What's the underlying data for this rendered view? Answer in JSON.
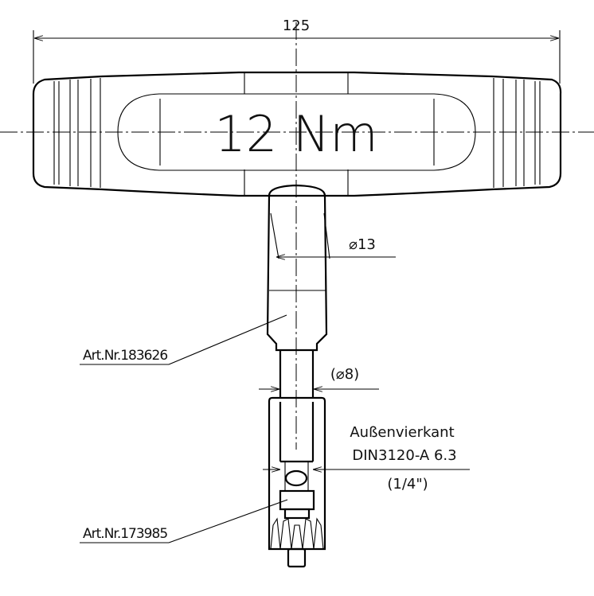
{
  "drawing": {
    "overall_width_dim": "125",
    "handle_marking": "12 Nm",
    "shaft_diameter_dim": "⌀13",
    "neck_diameter_dim": "(⌀8)",
    "drive_label_line1": "Außenvierkant",
    "drive_label_line2": "DIN3120-A 6.3",
    "drive_label_line3": "(1/4\")",
    "part_handle": "Art.Nr.183626",
    "part_bit_holder": "Art.Nr.173985"
  }
}
